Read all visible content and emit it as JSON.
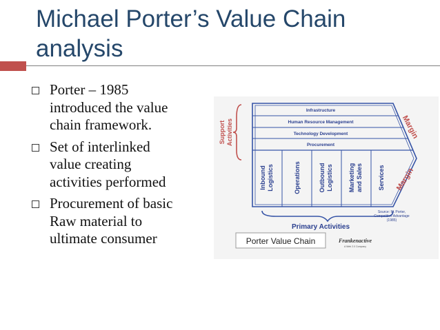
{
  "slide": {
    "title_lines": [
      "Michael Porter’s Value Chain",
      "analysis"
    ],
    "colors": {
      "title": "#25476a",
      "accent": "#c0504d",
      "rule": "#7f7f7f",
      "bullet_text": "#111111"
    },
    "bullets": [
      {
        "lines": [
          "Porter – 1985",
          "introduced the value",
          "chain framework."
        ]
      },
      {
        "lines": [
          "Set of interlinked",
          "value creating",
          "activities performed"
        ]
      },
      {
        "lines": [
          "Procurement of basic",
          "Raw material to",
          "ultimate consumer"
        ]
      }
    ]
  },
  "diagram": {
    "side_label_lines": [
      "Support",
      "Activities"
    ],
    "support_rows": [
      "Infrastructure",
      "Human Resource Management",
      "Technology Development",
      "Procurement"
    ],
    "primary_columns": [
      [
        "Inbound",
        "Logistics"
      ],
      [
        "Operations"
      ],
      [
        "Outbound",
        "Logistics"
      ],
      [
        "Marketing",
        "and Sales"
      ],
      [
        "Services"
      ]
    ],
    "margin_label": "Margin",
    "primary_label": "Primary Activities",
    "source_lines": [
      "Source: M. Porter,",
      "Competitive Advantage",
      "(1985)"
    ],
    "caption": "Porter Value Chain",
    "logo_text": "Frankenactive",
    "logo_subtext": "A Web 2.0 Company",
    "colors": {
      "lines": "#3553a6",
      "labels": "#2a3f8f",
      "accent": "#c0504d",
      "background": "#f4f4f4",
      "caption_box": "#9a9a9a"
    }
  }
}
